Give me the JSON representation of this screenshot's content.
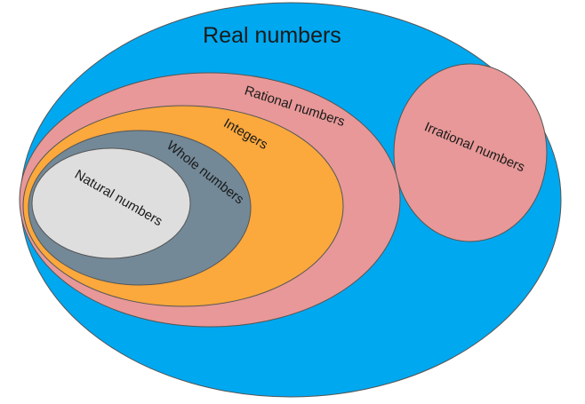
{
  "diagram": {
    "sets": {
      "real": {
        "label": "Real numbers",
        "color": "#00A8F0"
      },
      "rational": {
        "label": "Rational numbers",
        "color": "#E89898"
      },
      "irrational": {
        "label": "Irrational numbers",
        "color": "#E89898"
      },
      "integers": {
        "label": "Integers",
        "color": "#FBA83C"
      },
      "whole": {
        "label": "Whole numbers",
        "color": "#738998"
      },
      "natural": {
        "label": "Natural numbers",
        "color": "#DEDEDE"
      }
    }
  }
}
